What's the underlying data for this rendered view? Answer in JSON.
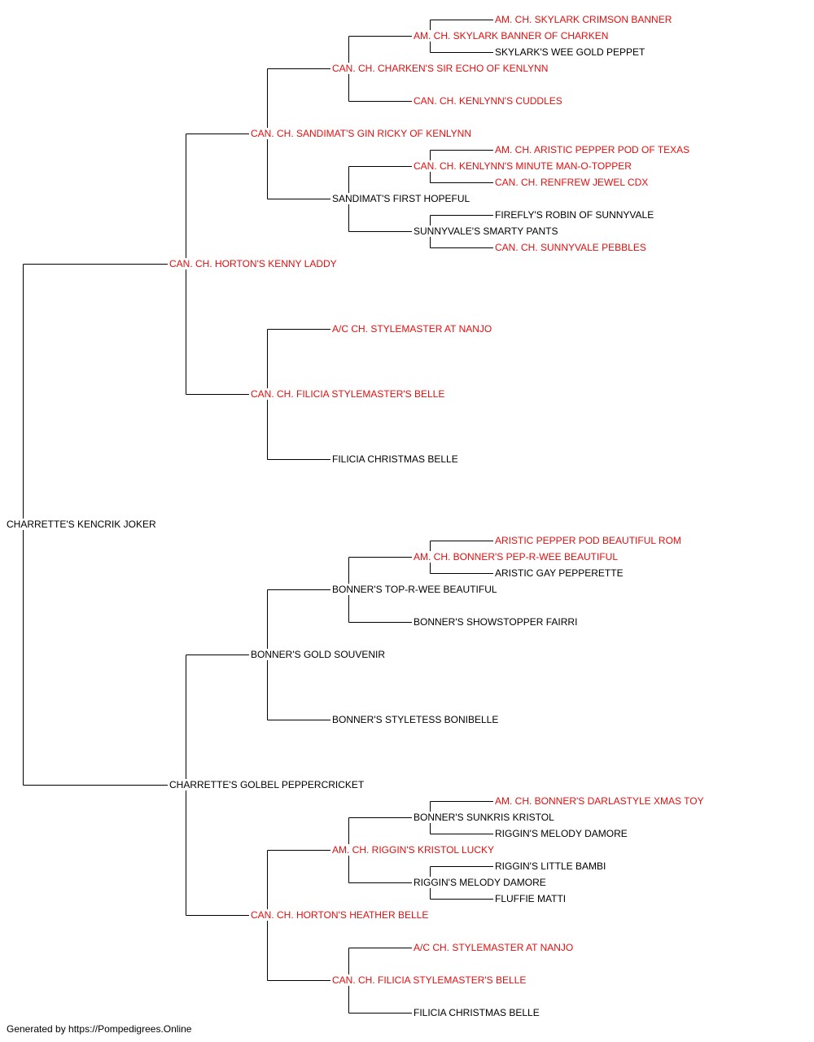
{
  "colors": {
    "champion": "#e01010",
    "regular": "#000000",
    "line": "#000000"
  },
  "dogs": {
    "root": {
      "name": "CHARRETTE'S KENCRIK JOKER",
      "champion": false
    },
    "s": {
      "name": "CAN. CH. HORTON'S KENNY LADDY",
      "champion": true
    },
    "ss": {
      "name": "CAN. CH. SANDIMAT'S GIN RICKY OF KENLYNN",
      "champion": true
    },
    "sss": {
      "name": "CAN. CH. CHARKEN'S SIR ECHO OF KENLYNN",
      "champion": true
    },
    "ssss": {
      "name": "AM. CH. SKYLARK BANNER OF CHARKEN",
      "champion": true
    },
    "sssss": {
      "name": "AM. CH. SKYLARK CRIMSON BANNER",
      "champion": true
    },
    "ssssd": {
      "name": "SKYLARK'S WEE GOLD PEPPET",
      "champion": false
    },
    "sssd": {
      "name": "CAN. CH. KENLYNN'S CUDDLES",
      "champion": true
    },
    "ssd": {
      "name": "SANDIMAT'S FIRST HOPEFUL",
      "champion": false
    },
    "ssds": {
      "name": "CAN. CH. KENLYNN'S MINUTE MAN-O-TOPPER",
      "champion": true
    },
    "ssdss": {
      "name": "AM. CH. ARISTIC PEPPER POD OF TEXAS",
      "champion": true
    },
    "ssdsd": {
      "name": "CAN. CH. RENFREW JEWEL CDX",
      "champion": true
    },
    "ssdd": {
      "name": "SUNNYVALE'S SMARTY PANTS",
      "champion": false
    },
    "ssdds": {
      "name": "FIREFLY'S ROBIN OF SUNNYVALE",
      "champion": false
    },
    "ssddd": {
      "name": "CAN. CH. SUNNYVALE PEBBLES",
      "champion": true
    },
    "sd": {
      "name": "CAN. CH. FILICIA STYLEMASTER'S BELLE",
      "champion": true
    },
    "sds": {
      "name": "A/C CH. STYLEMASTER AT NANJO",
      "champion": true
    },
    "sdd": {
      "name": "FILICIA CHRISTMAS BELLE",
      "champion": false
    },
    "d": {
      "name": "CHARRETTE'S GOLBEL PEPPERCRICKET",
      "champion": false
    },
    "ds": {
      "name": "BONNER'S GOLD SOUVENIR",
      "champion": false
    },
    "dss": {
      "name": "BONNER'S TOP-R-WEE BEAUTIFUL",
      "champion": false
    },
    "dsss": {
      "name": "AM. CH. BONNER'S PEP-R-WEE BEAUTIFUL",
      "champion": true
    },
    "dssss": {
      "name": "ARISTIC PEPPER POD BEAUTIFUL ROM",
      "champion": true
    },
    "dsssd": {
      "name": "ARISTIC GAY PEPPERETTE",
      "champion": false
    },
    "dssd": {
      "name": "BONNER'S SHOWSTOPPER FAIRRI",
      "champion": false
    },
    "dsd": {
      "name": "BONNER'S STYLETESS BONIBELLE",
      "champion": false
    },
    "dd": {
      "name": "CAN. CH. HORTON'S HEATHER BELLE",
      "champion": true
    },
    "dds": {
      "name": "AM. CH. RIGGIN'S KRISTOL LUCKY",
      "champion": true
    },
    "ddss": {
      "name": "BONNER'S SUNKRIS KRISTOL",
      "champion": false
    },
    "ddsss": {
      "name": "AM. CH. BONNER'S DARLASTYLE XMAS TOY",
      "champion": true
    },
    "ddssd": {
      "name": "RIGGIN'S MELODY DAMORE",
      "champion": false
    },
    "ddsd": {
      "name": "RIGGIN'S MELODY DAMORE",
      "champion": false
    },
    "ddsds": {
      "name": "RIGGIN'S LITTLE BAMBI",
      "champion": false
    },
    "ddsdd": {
      "name": "FLUFFIE MATTI",
      "champion": false
    },
    "ddd": {
      "name": "CAN. CH. FILICIA STYLEMASTER'S BELLE",
      "champion": true
    },
    "ddds": {
      "name": "A/C CH. STYLEMASTER AT NANJO",
      "champion": true
    },
    "dddd": {
      "name": "FILICIA CHRISTMAS BELLE",
      "champion": false
    }
  },
  "footer": "Generated by https://Pompedigrees.Online"
}
